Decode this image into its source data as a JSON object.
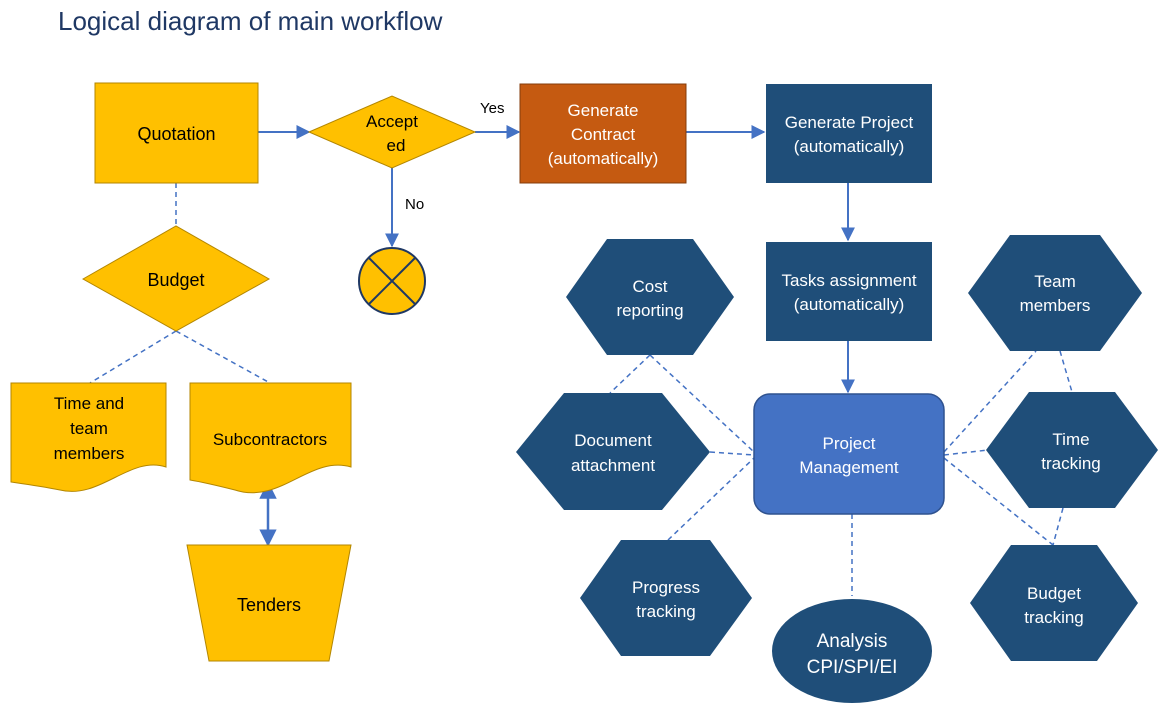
{
  "title": "Logical diagram of main workflow",
  "colors": {
    "yellow": "#ffc000",
    "yellow_stroke": "#b38600",
    "orange": "#c55a11",
    "navy": "#1f4e79",
    "navy_dark": "#1a4470",
    "blue_box": "#4472c4",
    "connector": "#4472c4",
    "title": "#1f3864"
  },
  "nodes": {
    "quotation": [
      "Quotation"
    ],
    "accepted": [
      "Accept",
      "ed"
    ],
    "budget": [
      "Budget"
    ],
    "time_team": [
      "Time and",
      "team",
      "members"
    ],
    "subcontractors": [
      "Subcontractors"
    ],
    "tenders": [
      "Tenders"
    ],
    "generate_contract": [
      "Generate",
      "Contract",
      "(automatically)"
    ],
    "generate_project": [
      "Generate Project",
      "(automatically)"
    ],
    "tasks_assignment": [
      "Tasks assignment",
      "(automatically)"
    ],
    "project_management": [
      "Project",
      "Management"
    ],
    "analysis": [
      "Analysis",
      "CPI/SPI/EI"
    ],
    "cost_reporting": [
      "Cost",
      "reporting"
    ],
    "document_attachment": [
      "Document",
      "attachment"
    ],
    "progress_tracking": [
      "Progress",
      "tracking"
    ],
    "team_members": [
      "Team",
      "members"
    ],
    "time_tracking": [
      "Time",
      "tracking"
    ],
    "budget_tracking": [
      "Budget",
      "tracking"
    ]
  },
  "edge_labels": {
    "yes": "Yes",
    "no": "No"
  }
}
